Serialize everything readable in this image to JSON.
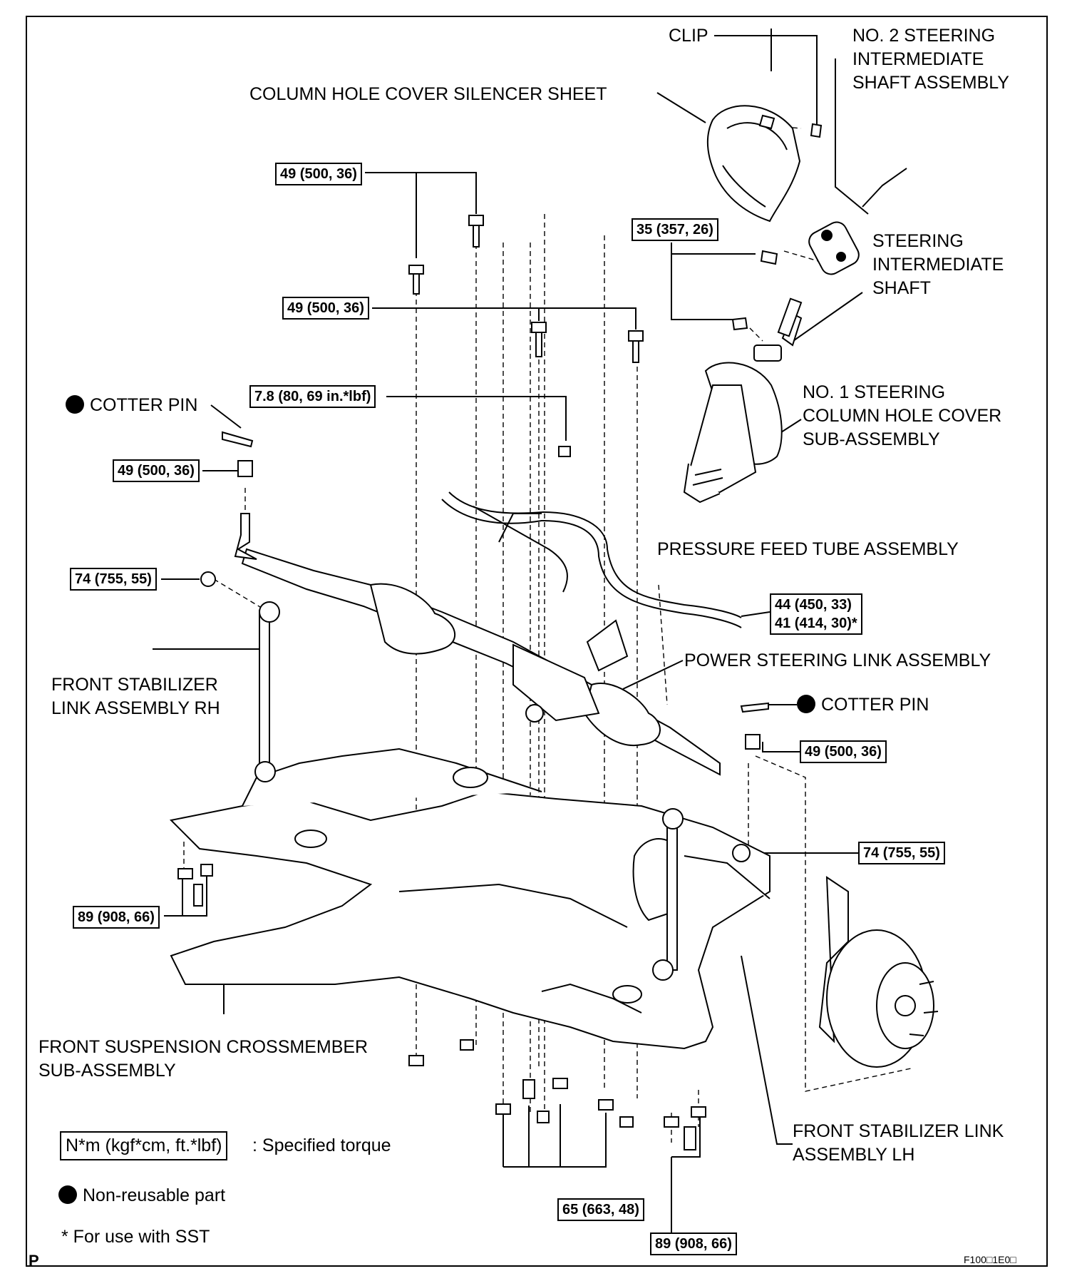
{
  "labels": {
    "clip": "CLIP",
    "no2_shaft": "NO. 2 STEERING\nINTERMEDIATE\nSHAFT ASSEMBLY",
    "silencer": "COLUMN HOLE COVER SILENCER SHEET",
    "steering_shaft": "STEERING\nINTERMEDIATE\nSHAFT",
    "cotter_pin": "COTTER PIN",
    "no1_cover": "NO. 1 STEERING\nCOLUMN HOLE COVER\nSUB-ASSEMBLY",
    "pressure_tube": "PRESSURE FEED TUBE ASSEMBLY",
    "ps_link": "POWER STEERING LINK ASSEMBLY",
    "stab_rh": "FRONT STABILIZER\nLINK ASSEMBLY RH",
    "crossmember": "FRONT SUSPENSION CROSSMEMBER\nSUB-ASSEMBLY",
    "stab_lh": "FRONT STABILIZER LINK\nASSEMBLY LH"
  },
  "torques": {
    "t_49_a": "49 (500, 36)",
    "t_49_b": "49 (500, 36)",
    "t_35": "35 (357, 26)",
    "t_78": "7.8 (80, 69 in.*lbf)",
    "t_49_c": "49 (500, 36)",
    "t_74_a": "74 (755, 55)",
    "t_44": "44 (450, 33)\n41 (414, 30)*",
    "t_49_d": "49 (500, 36)",
    "t_74_b": "74 (755, 55)",
    "t_89_a": "89 (908, 66)",
    "t_65": "65 (663, 48)",
    "t_89_b": "89 (908, 66)"
  },
  "legend": {
    "torque_box": "N*m (kgf*cm, ft.*lbf)",
    "torque_text": ": Specified torque",
    "nonreusable": "Non-reusable part",
    "sst": "* For use with SST"
  },
  "footer": {
    "left": "P",
    "code": "F100□1E0□"
  }
}
